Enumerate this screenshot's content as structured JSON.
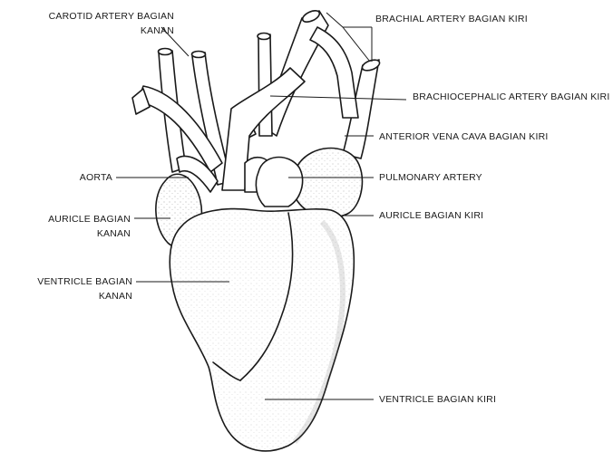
{
  "diagram": {
    "labels": {
      "carotid_right_line1": "CAROTID ARTERY BAGIAN",
      "carotid_right_line2": "KANAN",
      "brachial_left": "BRACHIAL ARTERY BAGIAN KIRI",
      "brachiocephalic_left": "BRACHIOCEPHALIC ARTERY BAGIAN KIRI",
      "anterior_vena_cava_left": "ANTERIOR VENA CAVA BAGIAN KIRI",
      "aorta": "AORTA",
      "pulmonary_artery": "PULMONARY ARTERY",
      "auricle_right_line1": "AURICLE BAGIAN",
      "auricle_right_line2": "KANAN",
      "auricle_left": "AURICLE BAGIAN KIRI",
      "ventricle_right_line1": "VENTRICLE BAGIAN",
      "ventricle_right_line2": "KANAN",
      "ventricle_left": "VENTRICLE BAGIAN KIRI"
    }
  }
}
